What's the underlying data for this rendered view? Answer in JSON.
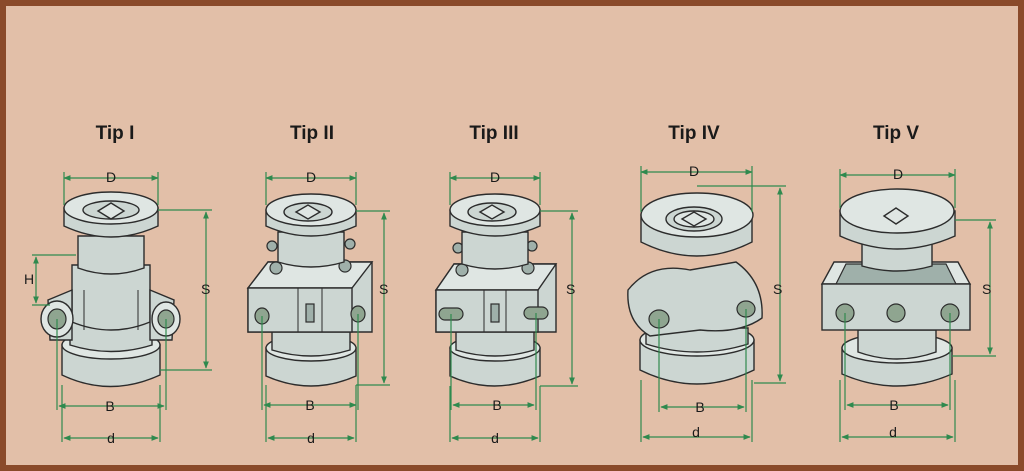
{
  "types": [
    {
      "id": "tip-1",
      "title": "Tip I",
      "dims": {
        "D": "D",
        "S": "S",
        "H": "H",
        "B": "B",
        "d": "d"
      }
    },
    {
      "id": "tip-2",
      "title": "Tip II",
      "dims": {
        "D": "D",
        "S": "S",
        "B": "B",
        "d": "d"
      }
    },
    {
      "id": "tip-3",
      "title": "Tip III",
      "dims": {
        "D": "D",
        "S": "S",
        "B": "B",
        "d": "d"
      }
    },
    {
      "id": "tip-4",
      "title": "Tip IV",
      "dims": {
        "D": "D",
        "S": "S",
        "B": "B",
        "d": "d"
      }
    },
    {
      "id": "tip-5",
      "title": "Tip V",
      "dims": {
        "D": "D",
        "S": "S",
        "B": "B",
        "d": "d"
      }
    }
  ],
  "colors": {
    "background": "#e2bfa8",
    "border": "#8a4a2a",
    "part": "#ccd6d2",
    "dimension": "#2f8a4e"
  }
}
